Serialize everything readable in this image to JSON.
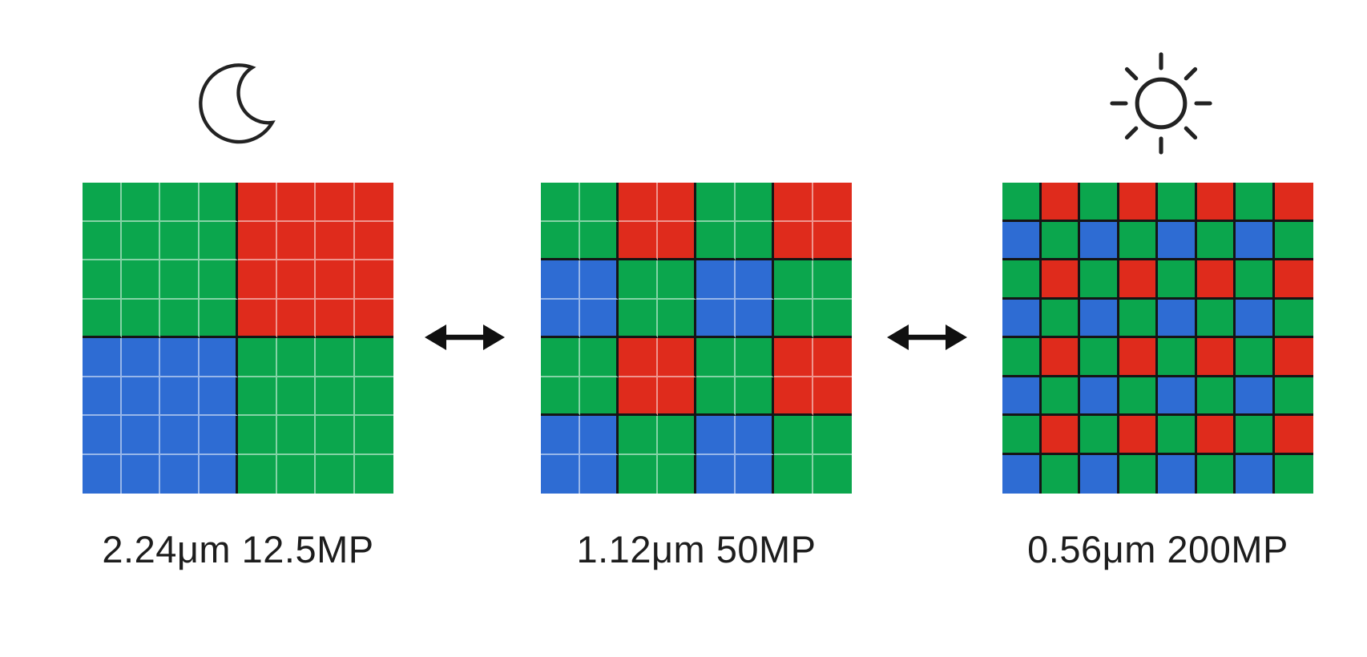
{
  "diagram": {
    "background": "#ffffff",
    "colors": {
      "green": "#0ba64d",
      "red": "#df2b1c",
      "blue": "#2e6cd3",
      "block_line": "#151515",
      "cell_line": "rgba(255,255,255,0.5)",
      "label_text": "#1d1d1d",
      "icon_stroke": "#222222",
      "arrow": "#101010"
    },
    "panels": [
      {
        "id": "binned-16in1",
        "icon": "moon-icon",
        "label": "2.24μm 12.5MP",
        "block_size": 4,
        "grid_rows": [
          "GGGGRRRR",
          "GGGGRRRR",
          "GGGGRRRR",
          "GGGGRRRR",
          "BBBBGGGG",
          "BBBBGGGG",
          "BBBBGGGG",
          "BBBBGGGG"
        ]
      },
      {
        "id": "binned-4in1",
        "icon": null,
        "label": "1.12μm 50MP",
        "block_size": 2,
        "grid_rows": [
          "GGRRGGRR",
          "GGRRGGRR",
          "BBGGBBGG",
          "BBGGBBGG",
          "GGRRGGRR",
          "GGRRGGRR",
          "BBGGBBGG",
          "BBGGBBGG"
        ]
      },
      {
        "id": "full-resolution",
        "icon": "sun-icon",
        "label": "0.56μm 200MP",
        "block_size": 1,
        "grid_rows": [
          "GRGRGRGR",
          "BGBGBGBG",
          "GRGRGRGR",
          "BGBGBGBG",
          "GRGRGRGR",
          "BGBGBGBG",
          "GRGRGRGR",
          "BGBGBGBG"
        ]
      }
    ],
    "arrows": [
      {
        "id": "arrow-between-12mp-50mp",
        "type": "double-headed-horizontal"
      },
      {
        "id": "arrow-between-50mp-200mp",
        "type": "double-headed-horizontal"
      }
    ]
  }
}
